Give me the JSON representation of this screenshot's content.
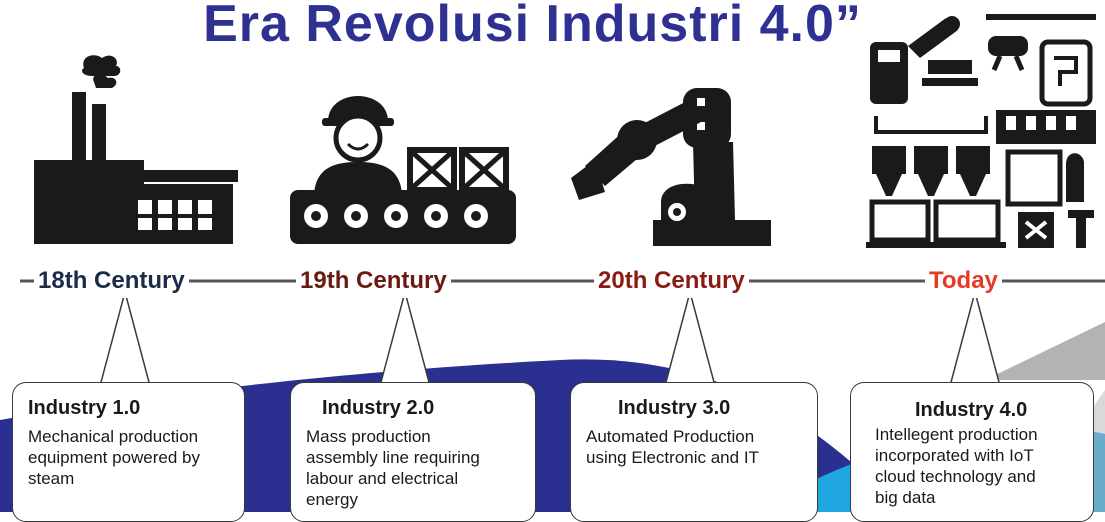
{
  "title": "Era Revolusi Industri 4.0”",
  "eras": [
    {
      "label": "18th Century",
      "color": "#1c2b4a",
      "icon": "factory-icon"
    },
    {
      "label": "19th Century",
      "color": "#6b1a12",
      "icon": "assembly-worker-icon"
    },
    {
      "label": "20th Century",
      "color": "#8a1a12",
      "icon": "robot-arm-icon"
    },
    {
      "label": "Today",
      "color": "#e53a26",
      "icon": "smart-factory-icon"
    }
  ],
  "cards": [
    {
      "heading": "Industry 1.0",
      "lines": [
        "Mechanical production",
        "equipment powered by",
        "steam"
      ]
    },
    {
      "heading": "Industry 2.0",
      "lines": [
        "Mass production",
        "assembly line requiring",
        "labour and electrical",
        "energy"
      ]
    },
    {
      "heading": "Industry 3.0",
      "lines": [
        "Automated Production",
        "using Electronic and IT"
      ]
    },
    {
      "heading": "Industry 4.0",
      "lines": [
        "Intellegent production",
        "incorporated with IoT",
        "cloud technology and",
        "big data"
      ]
    }
  ],
  "colors": {
    "title": "#2e3192",
    "wave_dark": "#2b2f8f",
    "wave_light": "#1fa6e0",
    "corner_gray": "#b3b3b3"
  }
}
